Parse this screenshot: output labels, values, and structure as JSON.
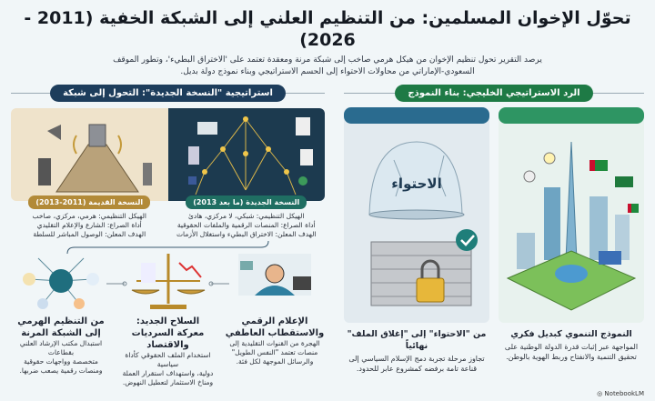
{
  "header": {
    "title": "تحوّل الإخوان المسلمين: من التنظيم العلني إلى الشبكة الخفية (2011 - 2026)",
    "subtitle_line1": "يرصد التقرير تحول تنظيم الإخوان من هيكل هرمي صاخب إلى شبكة مرنة ومعقدة تعتمد على 'الاختراق البطيء'، وتطور الموقف",
    "subtitle_line2": "السعودي-الإماراتي من محاولات الاحتواء إلى الحسم الاستراتيجي وبناء نموذج دولة بديل."
  },
  "left_section": {
    "title": "استراتيجية \"النسخة الجديدة\": التحول إلى شبكة",
    "color": "#1d3d5c",
    "old_version": {
      "label": "النسخة القديمة (2011-2013)",
      "lines": [
        "الهيكل التنظيمي: هرمي، مركزي، صاخب",
        "أداة الصراع: الشارع والإعلام التقليدي",
        "الهدف المعلن: الوصول المباشر للسلطة"
      ]
    },
    "new_version": {
      "label": "النسخة الجديدة (ما بعد 2013)",
      "lines": [
        "الهيكل التنظيمي: شبكي، لا مركزي، هادئ",
        "أداة الصراع: المنصات الرقمية والملفات الحقوقية",
        "الهدف المعلن: الاختراق البطيء واستغلال الأزمات"
      ]
    },
    "items": [
      {
        "icon": "media-person-icon",
        "title1": "الإعلام الرقمي",
        "title2": "والاستقطاب العاطفي",
        "desc": [
          "الهجرة من القنوات التقليدية إلى",
          "منصات تعتمد \"النفس الطويل\"",
          "والرسائل الموجهة لكل فئة."
        ]
      },
      {
        "icon": "scales-icon",
        "title1": "السلاح الجديد:",
        "title2": "معركة السرديات والاقتصاد",
        "desc": [
          "استخدام الملف الحقوقي كأداة سياسية",
          "دولية، واستهداف استقرار العملة",
          "ومناخ الاستثمار لتعطيل النهوض."
        ]
      },
      {
        "icon": "network-hub-icon",
        "title1": "من التنظيم الهرمي",
        "title2": "إلى الشبكة المرنة",
        "desc": [
          "استبدال مكتب الإرشاد العلني بقطاعات",
          "متخصصة وواجهات حقوقية",
          "ومنصات رقمية يصعب ضربها."
        ]
      }
    ]
  },
  "right_section": {
    "title": "الرد الاستراتيجي الخليجي: بناء النموذج",
    "color": "#1e7a45",
    "containment": {
      "image_text": "الاحتواء",
      "title": "من \"الاحتواء\" إلى \"إغلاق الملف\" نهائياً",
      "desc": [
        "تجاوز مرحلة تجربة دمج الإسلام السياسي إلى",
        "قناعة تامة برفضه كمشروع عابر للحدود."
      ],
      "color": "#2a6b8f"
    },
    "model": {
      "title": "النموذج التنموي كبديل فكري",
      "desc": [
        "المواجهة عبر إثبات قدرة الدولة الوطنية على",
        "تحقيق التنمية والانفتاح وربط الهوية بالوطن."
      ],
      "color": "#2e9563"
    }
  },
  "footer": {
    "brand": "NotebookLM"
  }
}
